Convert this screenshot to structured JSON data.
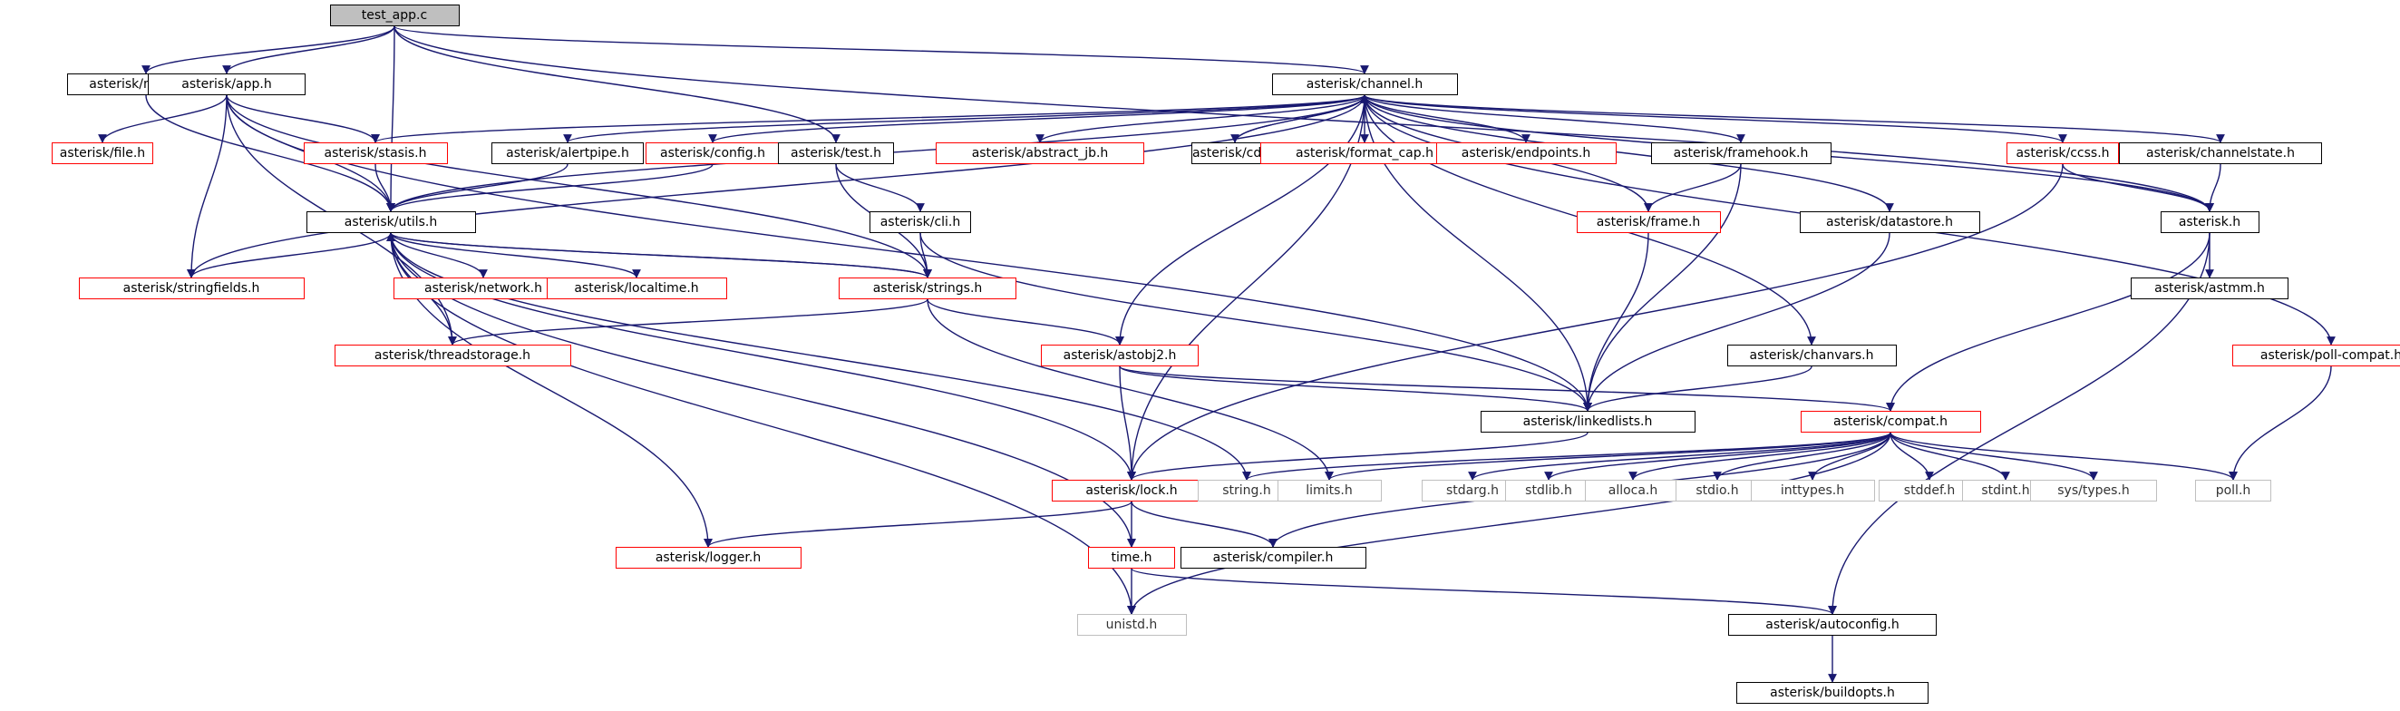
{
  "nodes": {
    "test_app": {
      "label": "test_app.c"
    },
    "module": {
      "label": "asterisk/module.h"
    },
    "app": {
      "label": "asterisk/app.h"
    },
    "channel": {
      "label": "asterisk/channel.h"
    },
    "file": {
      "label": "asterisk/file.h"
    },
    "stasis": {
      "label": "asterisk/stasis.h"
    },
    "alertpipe": {
      "label": "asterisk/alertpipe.h"
    },
    "config": {
      "label": "asterisk/config.h"
    },
    "test": {
      "label": "asterisk/test.h"
    },
    "abstract_jb": {
      "label": "asterisk/abstract_jb.h"
    },
    "cdr": {
      "label": "asterisk/cdr.h"
    },
    "format_cap": {
      "label": "asterisk/format_cap.h"
    },
    "endpoints": {
      "label": "asterisk/endpoints.h"
    },
    "framehook": {
      "label": "asterisk/framehook.h"
    },
    "ccss": {
      "label": "asterisk/ccss.h"
    },
    "channelstate": {
      "label": "asterisk/channelstate.h"
    },
    "utils": {
      "label": "asterisk/utils.h"
    },
    "cli": {
      "label": "asterisk/cli.h"
    },
    "frame": {
      "label": "asterisk/frame.h"
    },
    "datastore": {
      "label": "asterisk/datastore.h"
    },
    "asterisk_h": {
      "label": "asterisk.h"
    },
    "stringfields": {
      "label": "asterisk/stringfields.h"
    },
    "network": {
      "label": "asterisk/network.h"
    },
    "localtime": {
      "label": "asterisk/localtime.h"
    },
    "strings": {
      "label": "asterisk/strings.h"
    },
    "astmm": {
      "label": "asterisk/astmm.h"
    },
    "threadstorage": {
      "label": "asterisk/threadstorage.h"
    },
    "astobj2": {
      "label": "asterisk/astobj2.h"
    },
    "chanvars": {
      "label": "asterisk/chanvars.h"
    },
    "poll_compat": {
      "label": "asterisk/poll-compat.h"
    },
    "linkedlists": {
      "label": "asterisk/linkedlists.h"
    },
    "compat": {
      "label": "asterisk/compat.h"
    },
    "lock": {
      "label": "asterisk/lock.h"
    },
    "string_h": {
      "label": "string.h"
    },
    "limits_h": {
      "label": "limits.h"
    },
    "stdarg_h": {
      "label": "stdarg.h"
    },
    "stdlib_h": {
      "label": "stdlib.h"
    },
    "alloca_h": {
      "label": "alloca.h"
    },
    "stdio_h": {
      "label": "stdio.h"
    },
    "inttypes_h": {
      "label": "inttypes.h"
    },
    "stddef_h": {
      "label": "stddef.h"
    },
    "stdint_h": {
      "label": "stdint.h"
    },
    "systypes_h": {
      "label": "sys/types.h"
    },
    "poll_h": {
      "label": "poll.h"
    },
    "logger": {
      "label": "asterisk/logger.h"
    },
    "time_h": {
      "label": "time.h"
    },
    "compiler": {
      "label": "asterisk/compiler.h"
    },
    "unistd_h": {
      "label": "unistd.h"
    },
    "autoconfig": {
      "label": "asterisk/autoconfig.h"
    },
    "buildopts": {
      "label": "asterisk/buildopts.h"
    }
  },
  "edges": [
    [
      "test_app",
      "module"
    ],
    [
      "test_app",
      "app"
    ],
    [
      "test_app",
      "channel"
    ],
    [
      "test_app",
      "test"
    ],
    [
      "test_app",
      "utils"
    ],
    [
      "test_app",
      "asterisk_h"
    ],
    [
      "module",
      "utils"
    ],
    [
      "app",
      "file"
    ],
    [
      "app",
      "stasis"
    ],
    [
      "app",
      "utils"
    ],
    [
      "app",
      "stringfields"
    ],
    [
      "app",
      "strings"
    ],
    [
      "app",
      "threadstorage"
    ],
    [
      "app",
      "linkedlists"
    ],
    [
      "channel",
      "abstract_jb"
    ],
    [
      "channel",
      "cdr"
    ],
    [
      "channel",
      "format_cap"
    ],
    [
      "channel",
      "endpoints"
    ],
    [
      "channel",
      "framehook"
    ],
    [
      "channel",
      "ccss"
    ],
    [
      "channel",
      "channelstate"
    ],
    [
      "channel",
      "stasis"
    ],
    [
      "channel",
      "alertpipe"
    ],
    [
      "channel",
      "config"
    ],
    [
      "channel",
      "utils"
    ],
    [
      "channel",
      "stringfields"
    ],
    [
      "channel",
      "frame"
    ],
    [
      "channel",
      "datastore"
    ],
    [
      "channel",
      "chanvars"
    ],
    [
      "channel",
      "astobj2"
    ],
    [
      "channel",
      "linkedlists"
    ],
    [
      "channel",
      "lock"
    ],
    [
      "channel",
      "poll_compat"
    ],
    [
      "channel",
      "asterisk_h"
    ],
    [
      "cdr",
      "channel"
    ],
    [
      "stasis",
      "utils"
    ],
    [
      "alertpipe",
      "utils"
    ],
    [
      "config",
      "utils"
    ],
    [
      "test",
      "cli"
    ],
    [
      "test",
      "strings"
    ],
    [
      "cli",
      "strings"
    ],
    [
      "cli",
      "linkedlists"
    ],
    [
      "framehook",
      "frame"
    ],
    [
      "framehook",
      "linkedlists"
    ],
    [
      "frame",
      "linkedlists"
    ],
    [
      "datastore",
      "linkedlists"
    ],
    [
      "chanvars",
      "linkedlists"
    ],
    [
      "ccss",
      "asterisk_h"
    ],
    [
      "ccss",
      "lock"
    ],
    [
      "channelstate",
      "asterisk_h"
    ],
    [
      "asterisk_h",
      "astmm"
    ],
    [
      "asterisk_h",
      "compat"
    ],
    [
      "asterisk_h",
      "autoconfig"
    ],
    [
      "utils",
      "stringfields"
    ],
    [
      "utils",
      "network"
    ],
    [
      "utils",
      "localtime"
    ],
    [
      "utils",
      "strings"
    ],
    [
      "utils",
      "lock"
    ],
    [
      "utils",
      "logger"
    ],
    [
      "utils",
      "time_h"
    ],
    [
      "utils",
      "unistd_h"
    ],
    [
      "utils",
      "string_h"
    ],
    [
      "strings",
      "utils"
    ],
    [
      "strings",
      "threadstorage"
    ],
    [
      "strings",
      "astobj2"
    ],
    [
      "strings",
      "limits_h"
    ],
    [
      "threadstorage",
      "utils"
    ],
    [
      "astobj2",
      "linkedlists"
    ],
    [
      "astobj2",
      "lock"
    ],
    [
      "astobj2",
      "compat"
    ],
    [
      "linkedlists",
      "lock"
    ],
    [
      "compat",
      "string_h"
    ],
    [
      "compat",
      "limits_h"
    ],
    [
      "compat",
      "stdarg_h"
    ],
    [
      "compat",
      "stdlib_h"
    ],
    [
      "compat",
      "alloca_h"
    ],
    [
      "compat",
      "stdio_h"
    ],
    [
      "compat",
      "inttypes_h"
    ],
    [
      "compat",
      "stddef_h"
    ],
    [
      "compat",
      "stdint_h"
    ],
    [
      "compat",
      "systypes_h"
    ],
    [
      "compat",
      "poll_h"
    ],
    [
      "compat",
      "compiler"
    ],
    [
      "compat",
      "unistd_h"
    ],
    [
      "poll_compat",
      "poll_h"
    ],
    [
      "lock",
      "logger"
    ],
    [
      "lock",
      "time_h"
    ],
    [
      "lock",
      "compiler"
    ],
    [
      "time_h",
      "unistd_h"
    ],
    [
      "time_h",
      "autoconfig"
    ],
    [
      "autoconfig",
      "buildopts"
    ]
  ]
}
